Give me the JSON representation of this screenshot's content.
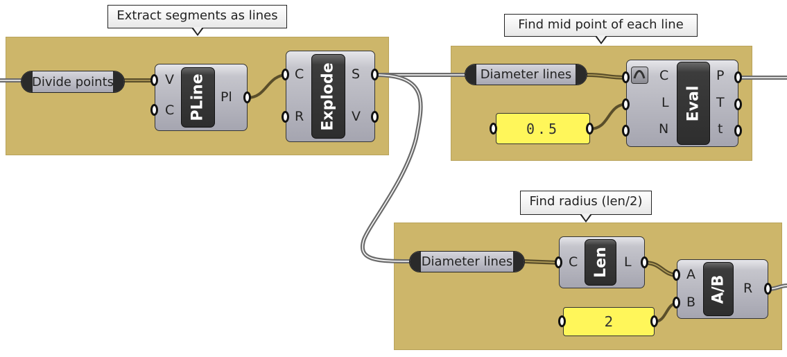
{
  "canvas": {
    "background": "#ffffff",
    "group_color": "#cdb66a",
    "panel_color": "#fff65a",
    "wire_color": "#5a4e2a"
  },
  "groups": [
    {
      "label": "Extract segments as lines",
      "components": {
        "param": {
          "label": "Divide points"
        },
        "pline": {
          "name": "PLine",
          "inputs": [
            "V",
            "C"
          ],
          "outputs": [
            "Pl"
          ]
        },
        "explode": {
          "name": "Explode",
          "inputs": [
            "C",
            "R"
          ],
          "outputs": [
            "S",
            "V"
          ]
        }
      }
    },
    {
      "label": "Find mid point of each line",
      "components": {
        "param": {
          "label": "Diameter lines"
        },
        "slider": {
          "value": "0.5"
        },
        "eval": {
          "name": "Eval",
          "inputs": [
            "C",
            "L",
            "N"
          ],
          "outputs": [
            "P",
            "T",
            "t"
          ],
          "icon": "curve-icon"
        }
      }
    },
    {
      "label": "Find radius (len/2)",
      "components": {
        "param": {
          "label": "Diameter lines"
        },
        "len": {
          "name": "Len",
          "inputs": [
            "C"
          ],
          "outputs": [
            "L"
          ]
        },
        "panel": {
          "value": "2"
        },
        "divide": {
          "name": "A/B",
          "inputs": [
            "A",
            "B"
          ],
          "outputs": [
            "R"
          ]
        }
      }
    }
  ]
}
